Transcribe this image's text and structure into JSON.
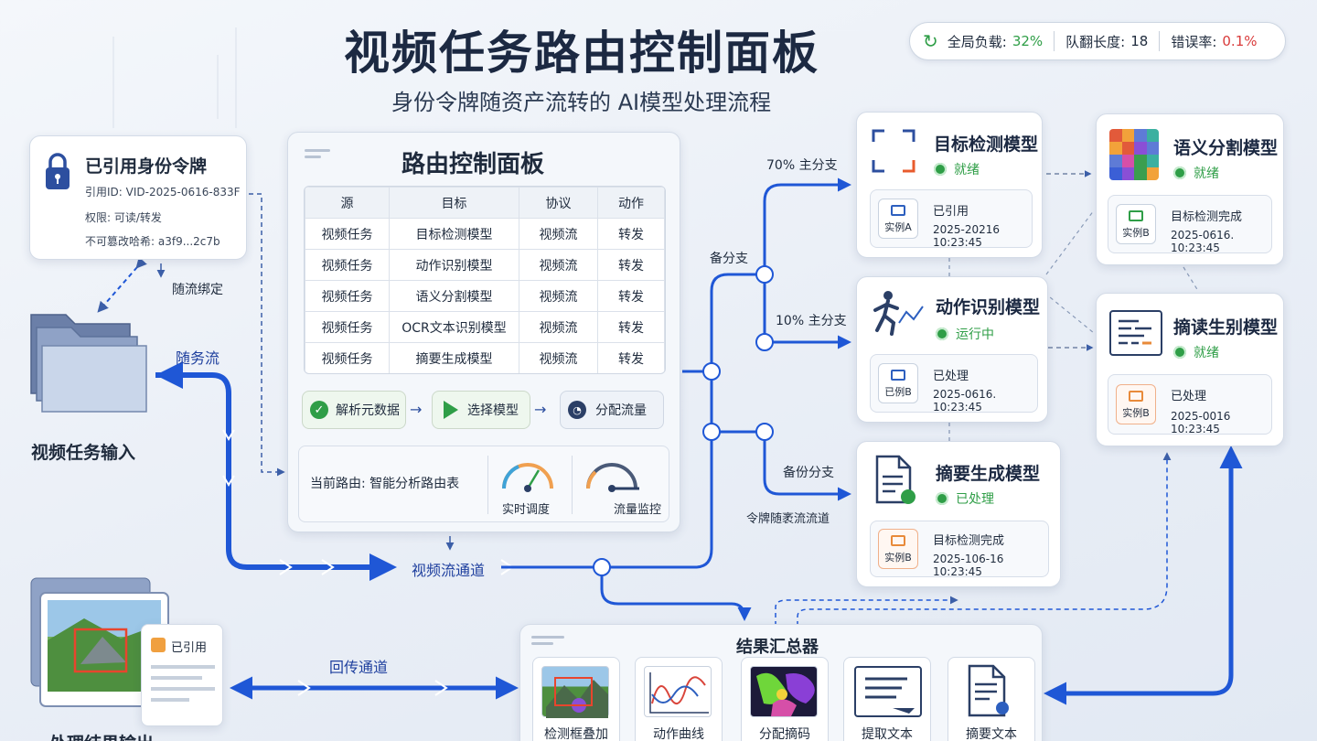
{
  "header": {
    "title": "视频任务路由控制面板",
    "subtitle": "身份令牌随资产流转的 AI模型处理流程"
  },
  "status": {
    "load_label": "全局负载:",
    "load_value": "32%",
    "queue_label": "队翻长度:",
    "queue_value": "18",
    "error_label": "错误率:",
    "error_value": "0.1%"
  },
  "token_card": {
    "title": "已引用身份令牌",
    "id_line": "引用ID:  VID-2025-0616-833F",
    "perm_line": "权限: 可读/转发",
    "hash_line": "不可篡改哈希: a3f9...2c7b"
  },
  "edge_labels": {
    "bind": "随流绑定",
    "task_flow": "随务流",
    "video_channel": "视频流通道",
    "return_channel": "回传通道",
    "main70": "70% 主分支",
    "backup": "备分支",
    "main10": "10% 主分支",
    "backup2": "备份分支",
    "token_follow": "令牌随袤流流道"
  },
  "input_label": "视频任务输入",
  "output_label": "处理结果输出",
  "output_card_label": "已引用",
  "router": {
    "title": "路由控制面板",
    "columns": [
      "源",
      "目标",
      "协议",
      "动作"
    ],
    "rows": [
      [
        "视频任务",
        "目标检测模型",
        "视频流",
        "转发"
      ],
      [
        "视频任务",
        "动作识别模型",
        "视频流",
        "转发"
      ],
      [
        "视频任务",
        "语义分割模型",
        "视频流",
        "转发"
      ],
      [
        "视频任务",
        "OCR文本识别模型",
        "视频流",
        "转发"
      ],
      [
        "视频任务",
        "摘要生成模型",
        "视频流",
        "转发"
      ]
    ],
    "steps": [
      "解析元数据",
      "选择模型",
      "分配流量"
    ],
    "current_route": "当前路由: 智能分析路由表",
    "gauge1": "实时调度",
    "gauge2": "流量监控"
  },
  "models": {
    "detect": {
      "title": "目标检测模型",
      "status": "就绪",
      "badge": "实例A",
      "note": "已引用",
      "time": "2025-20216 10:23:45"
    },
    "action": {
      "title": "动作识别模型",
      "status": "运行中",
      "badge": "已例B",
      "note": "已处理",
      "time": "2025-0616. 10:23:45"
    },
    "summary": {
      "title": "摘要生成模型",
      "status": "已处理",
      "badge": "实例B",
      "note": "目标检测完成",
      "time": "2025-106-16 10:23:45"
    },
    "segment": {
      "title": "语义分割模型",
      "status": "就绪",
      "badge": "实例B",
      "note": "目标检测完成",
      "time": "2025-0616. 10:23:45"
    },
    "abstract": {
      "title": "摘读生别模型",
      "status": "就绪",
      "badge": "实例B",
      "note": "已处理",
      "time": "2025-0016 10:23:45"
    }
  },
  "aggregator": {
    "title": "结果汇总器",
    "items": [
      "检测框叠加",
      "动作曲线",
      "分配摘码",
      "提取文本",
      "摘要文本"
    ]
  },
  "colors": {
    "accent": "#1f57d6",
    "ok": "#2f9e47",
    "error": "#d93b3b"
  }
}
